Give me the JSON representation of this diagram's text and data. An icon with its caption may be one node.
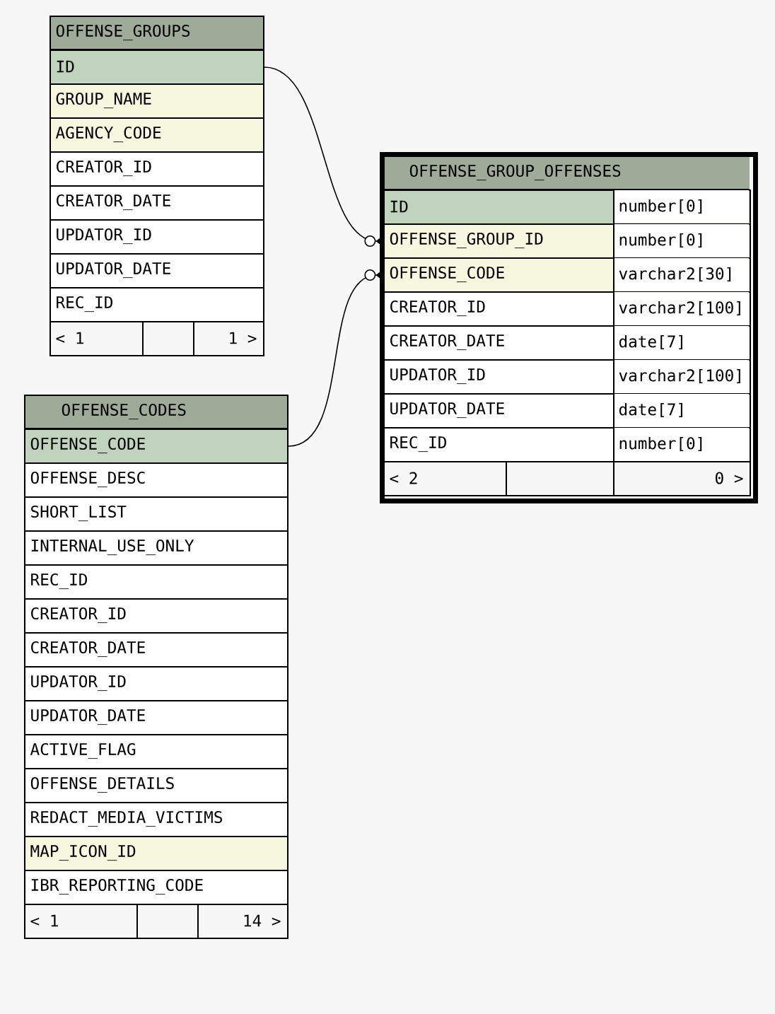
{
  "diagram": {
    "nodes": [
      {
        "text": [
          "OFFENSE_GROUPS"
        ]
      },
      {
        "text": [
          "ID"
        ],
        "in": 0
      },
      {
        "text": [
          "GROUP_NAME"
        ],
        "in": 0
      },
      {
        "text": [
          "AGENCY_CODE"
        ],
        "in": 0
      },
      {
        "text": [
          "CREATOR_ID"
        ],
        "in": 0
      },
      {
        "text": [
          "CREATOR_DATE"
        ],
        "in": 0
      },
      {
        "text": [
          "UPDATOR_ID"
        ],
        "in": 0
      },
      {
        "text": [
          "UPDATOR_DATE"
        ],
        "in": 0
      },
      {
        "text": [
          "REC_ID"
        ],
        "in": 0
      },
      {
        "text": [
          "< 1",
          "1 >"
        ],
        "in": 0
      },
      {
        "text": [
          "OFFENSE_GROUP_OFFENSES"
        ]
      },
      {
        "text": [
          "ID",
          "number[0]"
        ],
        "in": 10
      },
      {
        "text": [
          "OFFENSE_GROUP_ID",
          "number[0]"
        ],
        "in": 10
      },
      {
        "text": [
          "OFFENSE_CODE",
          "varchar2[30]"
        ],
        "in": 10
      },
      {
        "text": [
          "CREATOR_ID",
          "varchar2[100]"
        ],
        "in": 10
      },
      {
        "text": [
          "CREATOR_DATE",
          "date[7]"
        ],
        "in": 10
      },
      {
        "text": [
          "UPDATOR_ID",
          "varchar2[100]"
        ],
        "in": 10
      },
      {
        "text": [
          "UPDATOR_DATE",
          "date[7]"
        ],
        "in": 10
      },
      {
        "text": [
          "REC_ID",
          "number[0]"
        ],
        "in": 10
      },
      {
        "text": [
          "< 2",
          "0 >"
        ],
        "in": 10
      },
      {
        "text": [
          "OFFENSE_CODES"
        ]
      },
      {
        "text": [
          "OFFENSE_CODE"
        ],
        "in": 20
      },
      {
        "text": [
          "OFFENSE_DESC"
        ],
        "in": 20
      },
      {
        "text": [
          "SHORT_LIST"
        ],
        "in": 20
      },
      {
        "text": [
          "INTERNAL_USE_ONLY"
        ],
        "in": 20
      },
      {
        "text": [
          "REC_ID"
        ],
        "in": 20
      },
      {
        "text": [
          "CREATOR_ID"
        ],
        "in": 20
      },
      {
        "text": [
          "CREATOR_DATE"
        ],
        "in": 20
      },
      {
        "text": [
          "UPDATOR_ID"
        ],
        "in": 20
      },
      {
        "text": [
          "UPDATOR_DATE"
        ],
        "in": 20
      },
      {
        "text": [
          "ACTIVE_FLAG"
        ],
        "in": 20
      },
      {
        "text": [
          "OFFENSE_DETAILS"
        ],
        "in": 20
      },
      {
        "text": [
          "REDACT_MEDIA_VICTIMS"
        ],
        "in": 20
      },
      {
        "text": [
          "MAP_ICON_ID"
        ],
        "in": 20
      },
      {
        "text": [
          "IBR_REPORTING_CODE"
        ],
        "in": 20
      },
      {
        "text": [
          "< 1",
          "14 >"
        ],
        "in": 20
      }
    ],
    "edges": [
      {
        "from": 1,
        "to": 12,
        "arrow": "other"
      },
      {
        "from": 21,
        "to": 13,
        "arrow": "other"
      }
    ]
  }
}
